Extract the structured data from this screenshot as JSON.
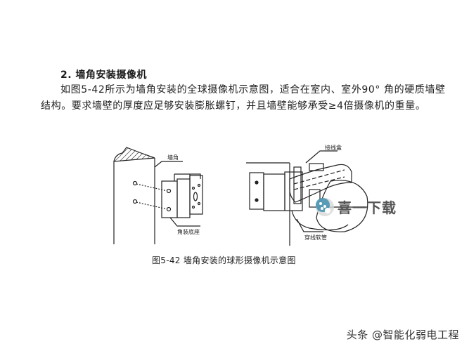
{
  "section": {
    "heading": "2. 墙角安装摄像机",
    "paragraph": "如图5-42所示为墙角安装的全球摄像机示意图，适合在室内、室外90° 角的硬质墙壁结构。要求墙壁的厚度应足够安装膨胀螺钉，并且墙壁能够承受≥4倍摄像机的重量。"
  },
  "figure": {
    "left_labels": {
      "wall_corner": "墙角",
      "corner_base": "角装底座"
    },
    "right_labels": {
      "junction_box": "接线盒",
      "conduit": "穿线软管"
    },
    "caption": "图5-42  墙角安装的球形摄像机示意图"
  },
  "watermark": {
    "icon": "xiyi-logo-icon",
    "text": "喜一下载"
  },
  "footer": {
    "attribution": "头条 @智能化弱电工程"
  }
}
